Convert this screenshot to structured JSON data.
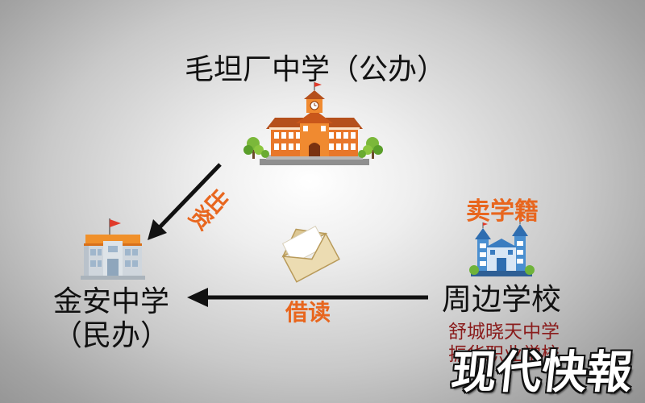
{
  "title": "毛坦厂中学（公办）",
  "funding_label": "出资",
  "transfer_label": "借读",
  "left_school": {
    "name": "金安中学",
    "type": "（民办）"
  },
  "nearby": {
    "tag": "卖学籍",
    "name": "周边学校",
    "schools": [
      "舒城晓天中学",
      "振华职业学校"
    ]
  },
  "watermark": "现代快報",
  "icons": {
    "main_school": "clock-tower-school-icon",
    "left_school": "flag-school-icon",
    "nearby_school": "blue-school-icon",
    "envelope": "envelope-icon",
    "arrow_diagonal": "arrow-down-left-icon",
    "arrow_horizontal": "arrow-left-icon"
  },
  "colors": {
    "accent": "#e8661e",
    "text": "#111111",
    "detail_text": "#8a1c1c",
    "background_center": "#ffffff",
    "background_edge": "#8c8c8c"
  }
}
